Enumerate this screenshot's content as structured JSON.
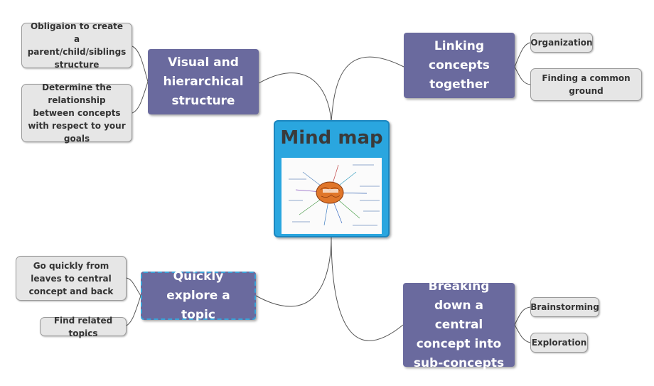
{
  "central": {
    "title": "Mind map",
    "image_label": "Mind map thumbnail with brain illustration"
  },
  "branches": [
    {
      "id": "visual",
      "label": "Visual and hierarchical structure",
      "children": [
        "Obligaion to create a parent/child/siblings structure",
        "Determine the relationship between concepts with respect to your goals"
      ]
    },
    {
      "id": "linking",
      "label": "Linking concepts together",
      "children": [
        "Organization",
        "Finding a common ground"
      ]
    },
    {
      "id": "explore",
      "label": "Quickly explore a topic",
      "children": [
        "Go quickly from leaves to central concept and back",
        "Find related topics"
      ]
    },
    {
      "id": "breaking",
      "label": "Breaking down a central concept into sub-concepts",
      "children": [
        "Brainstorming",
        "Exploration"
      ]
    }
  ],
  "colors": {
    "main_node": "#6a6a9e",
    "leaf_node": "#e6e6e6",
    "central_node": "#2aa6df",
    "selection_border": "#3aa3d8",
    "brain": "#e0762a"
  }
}
